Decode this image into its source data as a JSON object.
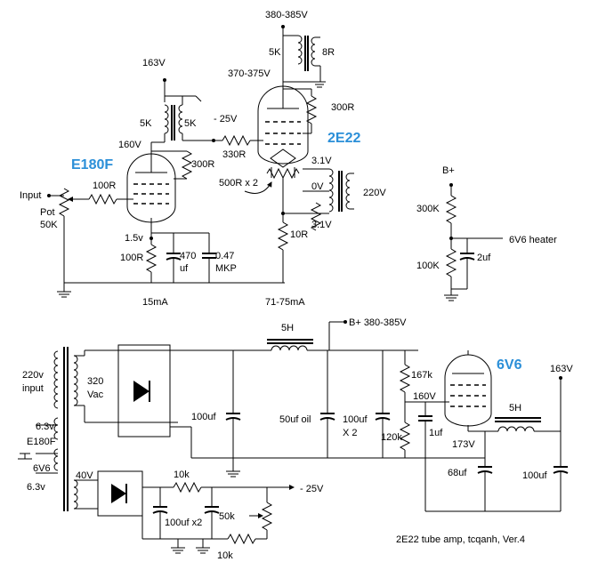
{
  "title": "2E22 tube amp, tcqanh, Ver.4",
  "tubes": {
    "driver": "E180F",
    "output": "2E22",
    "rectifier_tube": "6V6"
  },
  "voltages": {
    "b_plus_top": "380-385V",
    "plate_2e22": "370-375V",
    "v163_top": "163V",
    "neg_bias": "- 25V",
    "v160": "160V",
    "v1_5": "1.5v",
    "heater_3_1a": "3.1V",
    "heater_0v": "0V",
    "heater_3_1b": "3.1V",
    "b_plus_label": "B+",
    "v6v6_heater": "6V6 heater",
    "b_plus_supply": "B+ 380-385V",
    "v163_right": "163V",
    "v160_6v6": "160V",
    "v173": "173V",
    "neg25_bottom": "- 25V",
    "v220_input": "220v",
    "input_word": "input",
    "vac320": "320",
    "vac_word": "Vac",
    "v6_3a": "6.3v",
    "e180f_tap": "E180F",
    "v6v6_tap": "6V6",
    "v6_3b": "6.3v",
    "v40": "40V",
    "v220_heater": "220V"
  },
  "currents": {
    "i15": "15mA",
    "i71": "71-75mA"
  },
  "components": {
    "out_5k": "5K",
    "out_8r": "8R",
    "ic_5k_a": "5K",
    "ic_5k_b": "5K",
    "r300_top": "300R",
    "r330": "330R",
    "r300_e180f": "300R",
    "r100_grid": "100R",
    "input_label": "Input",
    "pot_label": "Pot",
    "pot_value": "50K",
    "r500x2": "500R x 2",
    "r10": "10R",
    "r100_cath": "100R",
    "c470": "470",
    "c470_unit": "uf",
    "c047": "0.47",
    "c047_type": "MKP",
    "r300k": "300K",
    "r100k": "100K",
    "c2uf": "2uf",
    "choke1": "5H",
    "c100uf": "100uf",
    "c50uf": "50uf oil",
    "c100x2_a": "100uf",
    "c100x2_b": "X 2",
    "r167k": "167k",
    "r120k": "120k",
    "c1uf": "1uf",
    "choke2": "5H",
    "c68uf": "68uf",
    "c100uf_right": "100uf",
    "r10k_a": "10k",
    "c100x2_bias": "100uf x2",
    "pot50k": "50k",
    "r10k_b": "10k"
  }
}
